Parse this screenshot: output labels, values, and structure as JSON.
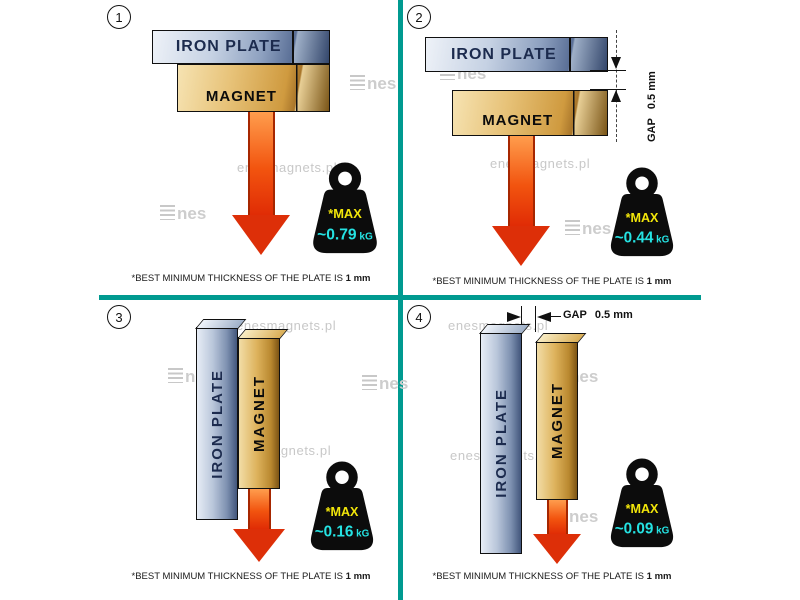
{
  "colors": {
    "divider": "#009a90",
    "plate": "#8ea1c0",
    "magnet": "#d9a84e",
    "arrow": "#e2340e",
    "weight_body": "#0c0c0c",
    "max_text": "#f2e60a",
    "value_text": "#25e2e2",
    "watermark": "#c8c8c8"
  },
  "watermark": {
    "site": "enesmagnets.pl",
    "logo_text": "nes"
  },
  "panels": [
    {
      "number": "1",
      "plate": "IRON PLATE",
      "magnet": "MAGNET",
      "max": "*MAX",
      "value": "~0.79",
      "unit": "kG",
      "caption": "*BEST MINIMUM THICKNESS OF THE PLATE IS",
      "caption_bold": "1 mm"
    },
    {
      "number": "2",
      "plate": "IRON PLATE",
      "magnet": "MAGNET",
      "max": "*MAX",
      "value": "~0.44",
      "unit": "kG",
      "gap_label": "GAP",
      "gap_value": "0.5 mm",
      "caption": "*BEST MINIMUM THICKNESS OF THE PLATE IS",
      "caption_bold": "1 mm"
    },
    {
      "number": "3",
      "plate": "IRON PLATE",
      "magnet": "MAGNET",
      "max": "*MAX",
      "value": "~0.16",
      "unit": "kG",
      "caption": "*BEST MINIMUM THICKNESS OF THE PLATE IS",
      "caption_bold": "1 mm"
    },
    {
      "number": "4",
      "plate": "IRON PLATE",
      "magnet": "MAGNET",
      "max": "*MAX",
      "value": "~0.09",
      "unit": "kG",
      "gap_label": "GAP",
      "gap_value": "0.5 mm",
      "caption": "*BEST MINIMUM THICKNESS OF THE PLATE IS",
      "caption_bold": "1 mm"
    }
  ]
}
